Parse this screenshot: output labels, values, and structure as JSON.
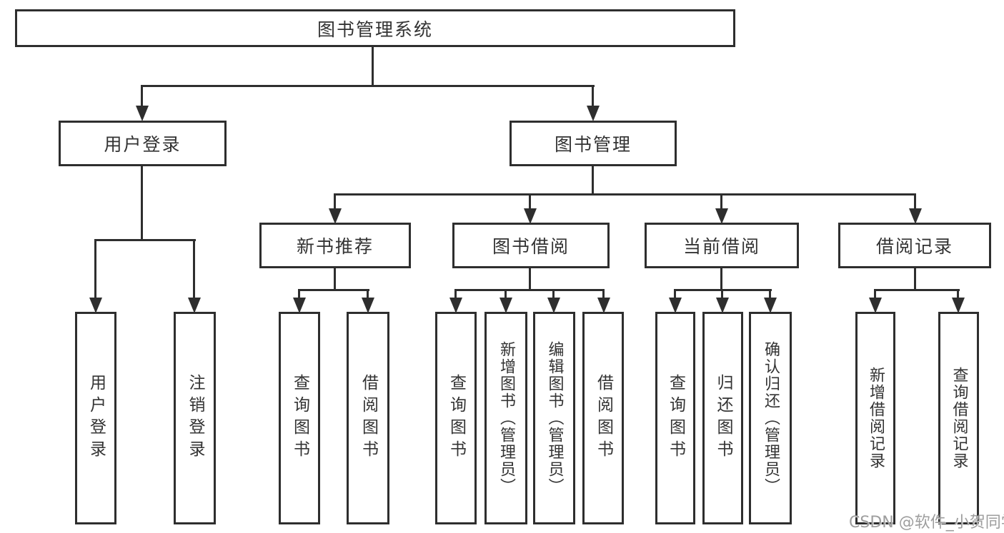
{
  "diagram": {
    "root": {
      "label": "图书管理系统"
    },
    "branches": [
      {
        "label": "用户登录",
        "children": [
          {
            "label": "用户登录"
          },
          {
            "label": "注销登录"
          }
        ]
      },
      {
        "label": "图书管理",
        "children": [
          {
            "label": "新书推荐",
            "children": [
              {
                "label": "查询图书"
              },
              {
                "label": "借阅图书"
              }
            ]
          },
          {
            "label": "图书借阅",
            "children": [
              {
                "label": "查询图书"
              },
              {
                "label": "新增图书（管理员）"
              },
              {
                "label": "编辑图书（管理员）"
              },
              {
                "label": "借阅图书"
              }
            ]
          },
          {
            "label": "当前借阅",
            "children": [
              {
                "label": "查询图书"
              },
              {
                "label": "归还图书"
              },
              {
                "label": "确认归还（管理员）"
              }
            ]
          },
          {
            "label": "借阅记录",
            "children": [
              {
                "label": "新增借阅记录"
              },
              {
                "label": "查询借阅记录"
              }
            ]
          }
        ]
      }
    ]
  },
  "watermark": {
    "text": "CSDN @软件_小贺同学"
  },
  "colors": {
    "line": "#2e2e2e",
    "text": "#333333",
    "background": "#ffffff",
    "watermark": "#9e9e9e"
  }
}
